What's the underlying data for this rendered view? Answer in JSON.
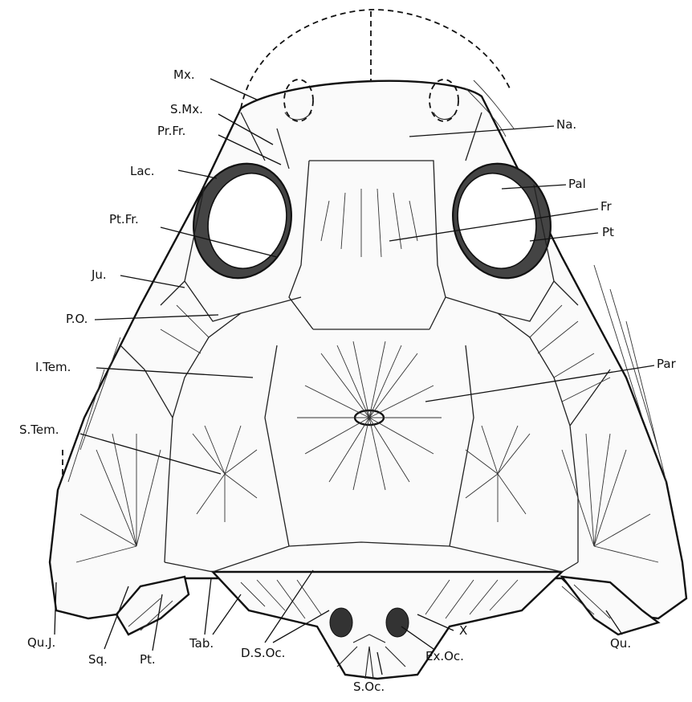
{
  "labels": {
    "mx": "Mx.",
    "smx": "S.Mx.",
    "prfr": "Pr.Fr.",
    "lac": "Lac.",
    "ptfr": "Pt.Fr.",
    "ju": "Ju.",
    "po": "P.O.",
    "item": "I.Tem.",
    "stem": "S.Tem.",
    "quj": "Qu.J.",
    "sq": "Sq.",
    "pt_left": "Pt.",
    "tab": "Tab.",
    "dsoc": "D.S.Oc.",
    "soc": "S.Oc.",
    "exoc": "Ex.Oc.",
    "x": "X",
    "qu": "Qu.",
    "na": "Na.",
    "pal": "Pal",
    "fr": "Fr",
    "pt_right": "Pt",
    "par": "Par"
  }
}
